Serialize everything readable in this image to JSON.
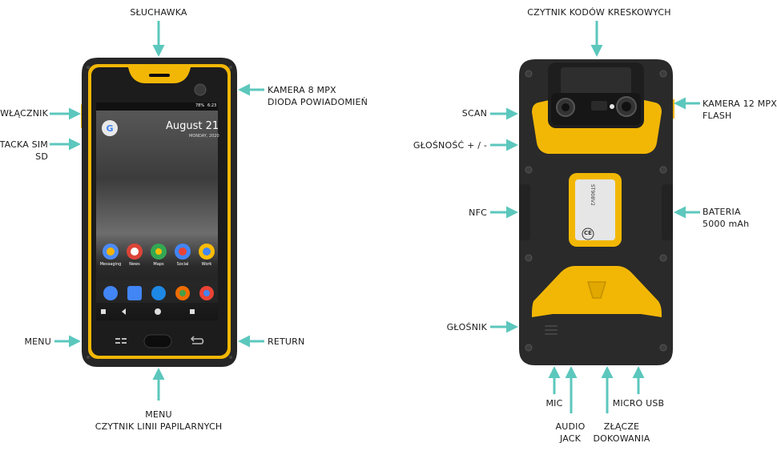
{
  "colors": {
    "arrow": "#5cc7bd",
    "body": "#2b2b2b",
    "accent": "#f2b705"
  },
  "front": {
    "labels": {
      "earpiece": "SŁUCHAWKA",
      "camera": "KAMERA 8 MPX",
      "led": "DIODA POWIADOMIEŃ",
      "power": "WŁĄCZNIK",
      "sim1": "TACKA SIM",
      "sim2": "SD",
      "menu": "MENU",
      "return": "RETURN",
      "bottom1": "MENU",
      "bottom2": "CZYTNIK LINII PAPILARNYCH"
    },
    "screen": {
      "date": "August 21",
      "day": "MONDAY, 2020",
      "battery": "78%",
      "time": "6:23",
      "apps": [
        "Messaging",
        "News",
        "Maps",
        "Social",
        "Work"
      ]
    }
  },
  "back": {
    "labels": {
      "barcode": "CZYTNIK KODÓW KRESKOWYCH",
      "scan": "SCAN",
      "volume": "GŁOŚNOŚĆ + / -",
      "nfc": "NFC",
      "speaker": "GŁOŚNIK",
      "camera1": "KAMERA 12 MPX",
      "camera2": "FLASH",
      "battery1": "BATERIA",
      "battery2": "5000 mAh",
      "mic": "MIC",
      "audio1": "AUDIO",
      "audio2": "JACK",
      "dock1": "ZŁĄCZE",
      "dock2": "DOKOWANIA",
      "usb": "MICRO USB"
    },
    "plate": {
      "model": "ST908V2",
      "ce": "CE"
    }
  }
}
